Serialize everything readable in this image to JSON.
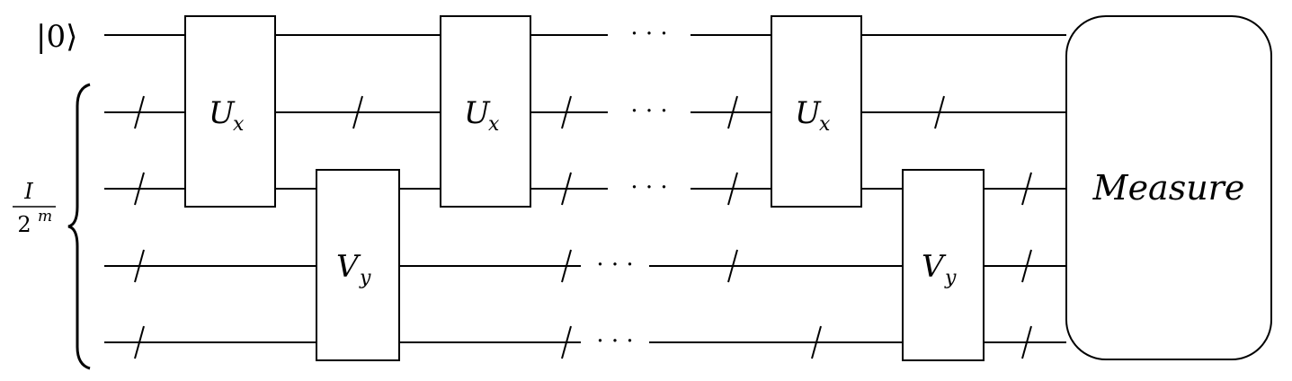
{
  "diagram": {
    "title": "",
    "ket_label": "|0⟩",
    "input_state": {
      "numerator": "I",
      "denominator_base": "2",
      "denominator_exp": "m"
    },
    "gates": {
      "u_label": "U",
      "u_sub": "x",
      "v_label": "V",
      "v_sub": "y",
      "measure_label": "Measure"
    },
    "ellipsis": "· · ·",
    "wires": 5
  }
}
